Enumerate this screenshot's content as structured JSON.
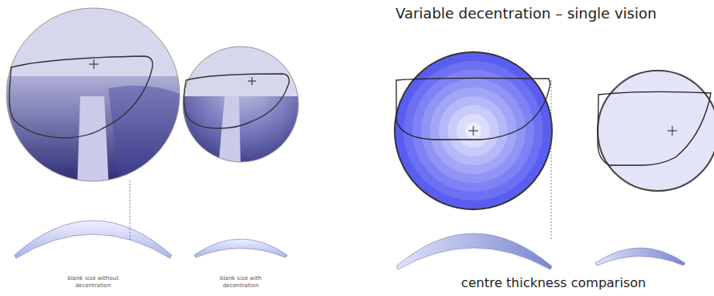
{
  "diagram": {
    "title": "Variable decentration – single vision",
    "caption": "centre thickness comparison",
    "labels": [
      "blank size without decentration",
      "blank size with decentration"
    ]
  }
}
